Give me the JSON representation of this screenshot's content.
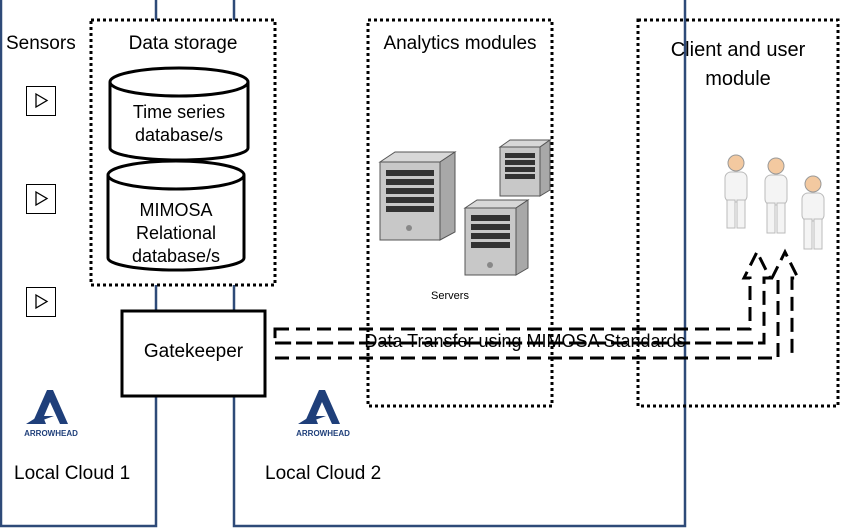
{
  "labels": {
    "sensors": "Sensors",
    "data_storage": "Data storage",
    "time_series": "Time series\ndatabase/s",
    "mimosa_db": "MIMOSA\nRelational\ndatabase/s",
    "analytics": "Analytics modules",
    "client": "Client and user\nmodule",
    "servers": "Servers",
    "gatekeeper": "Gatekeeper",
    "data_transfer": "Data Transfer using MIMOSA Standards",
    "local_cloud_1": "Local Cloud 1",
    "local_cloud_2": "Local Cloud 2",
    "arrowhead_1": "ARROWHEAD",
    "arrowhead_2": "ARROWHEAD"
  },
  "colors": {
    "cloud_border": "#2e4a78",
    "logo_blue": "#1f3f7a"
  },
  "icons": {
    "sensor": "play-triangle-icon",
    "server": "server-tower-icon",
    "user": "person-figure-icon",
    "logo": "arrowhead-logo-icon"
  }
}
